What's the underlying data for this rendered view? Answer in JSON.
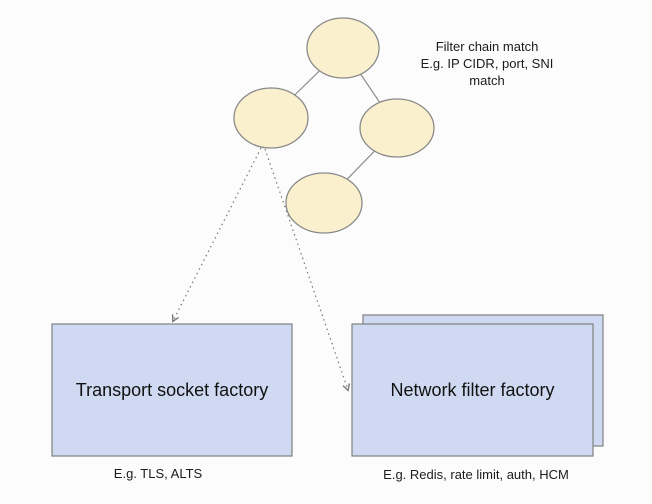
{
  "colors": {
    "background": "#FCFCFC",
    "node_fill": "#FAF0CE",
    "node_stroke": "#8A8A8A",
    "box_fill": "#CFD9F1",
    "box_stroke": "#808080",
    "connector": "#8A8A8A",
    "dotted_arrow": "#777777",
    "text": "#1B1B1B"
  },
  "annotations": {
    "filter_chain_match": "Filter chain match\nE.g. IP CIDR, port, SNI match",
    "transport_caption": "E.g. TLS, ALTS",
    "network_caption": "E.g. Redis, rate limit, auth, HCM"
  },
  "boxes": {
    "transport": {
      "label": "Transport socket factory"
    },
    "network": {
      "label": "Network filter factory"
    }
  }
}
